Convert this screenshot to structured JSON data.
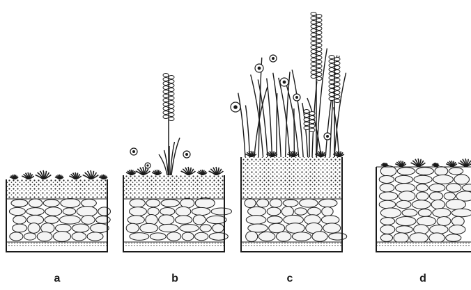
{
  "panels": [
    {
      "label": "a",
      "vegetation": "moss-sedum-mat"
    },
    {
      "label": "b",
      "vegetation": "herbs-and-single-spike"
    },
    {
      "label": "c",
      "vegetation": "tall-grasses-and-flowers"
    },
    {
      "label": "d",
      "vegetation": "low-rosettes-on-gravel"
    }
  ],
  "colors": {
    "ink": "#1a1a1a",
    "stone_fill": "#f4f4f4",
    "soil_dot": "#333333"
  }
}
